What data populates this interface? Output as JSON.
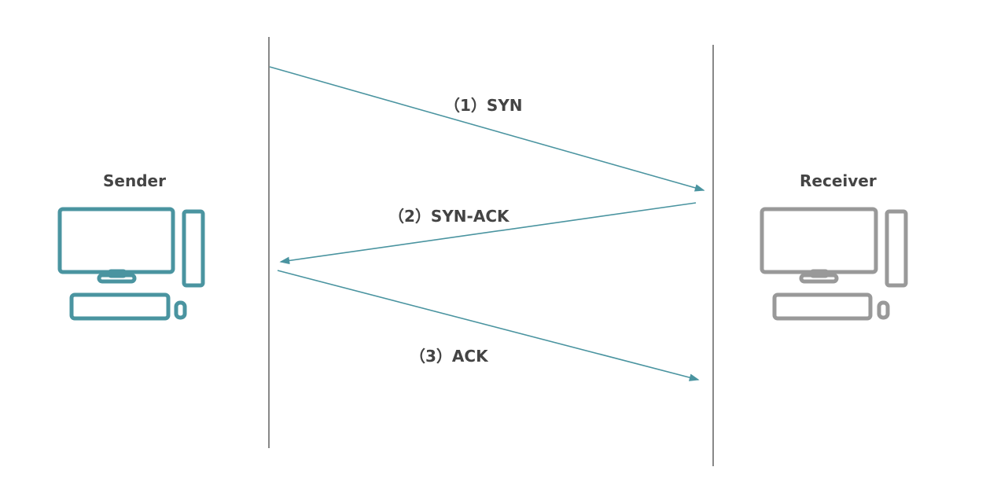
{
  "sender": {
    "label": "Sender",
    "color": "#4a94a0"
  },
  "receiver": {
    "label": "Receiver",
    "color": "#999999"
  },
  "messages": [
    {
      "label": "（1）SYN",
      "direction": "sender-to-receiver"
    },
    {
      "label": "（2）SYN-ACK",
      "direction": "receiver-to-sender"
    },
    {
      "label": "（3）ACK",
      "direction": "sender-to-receiver"
    }
  ],
  "arrow_color": "#4a94a0",
  "lifeline_color": "#888888"
}
